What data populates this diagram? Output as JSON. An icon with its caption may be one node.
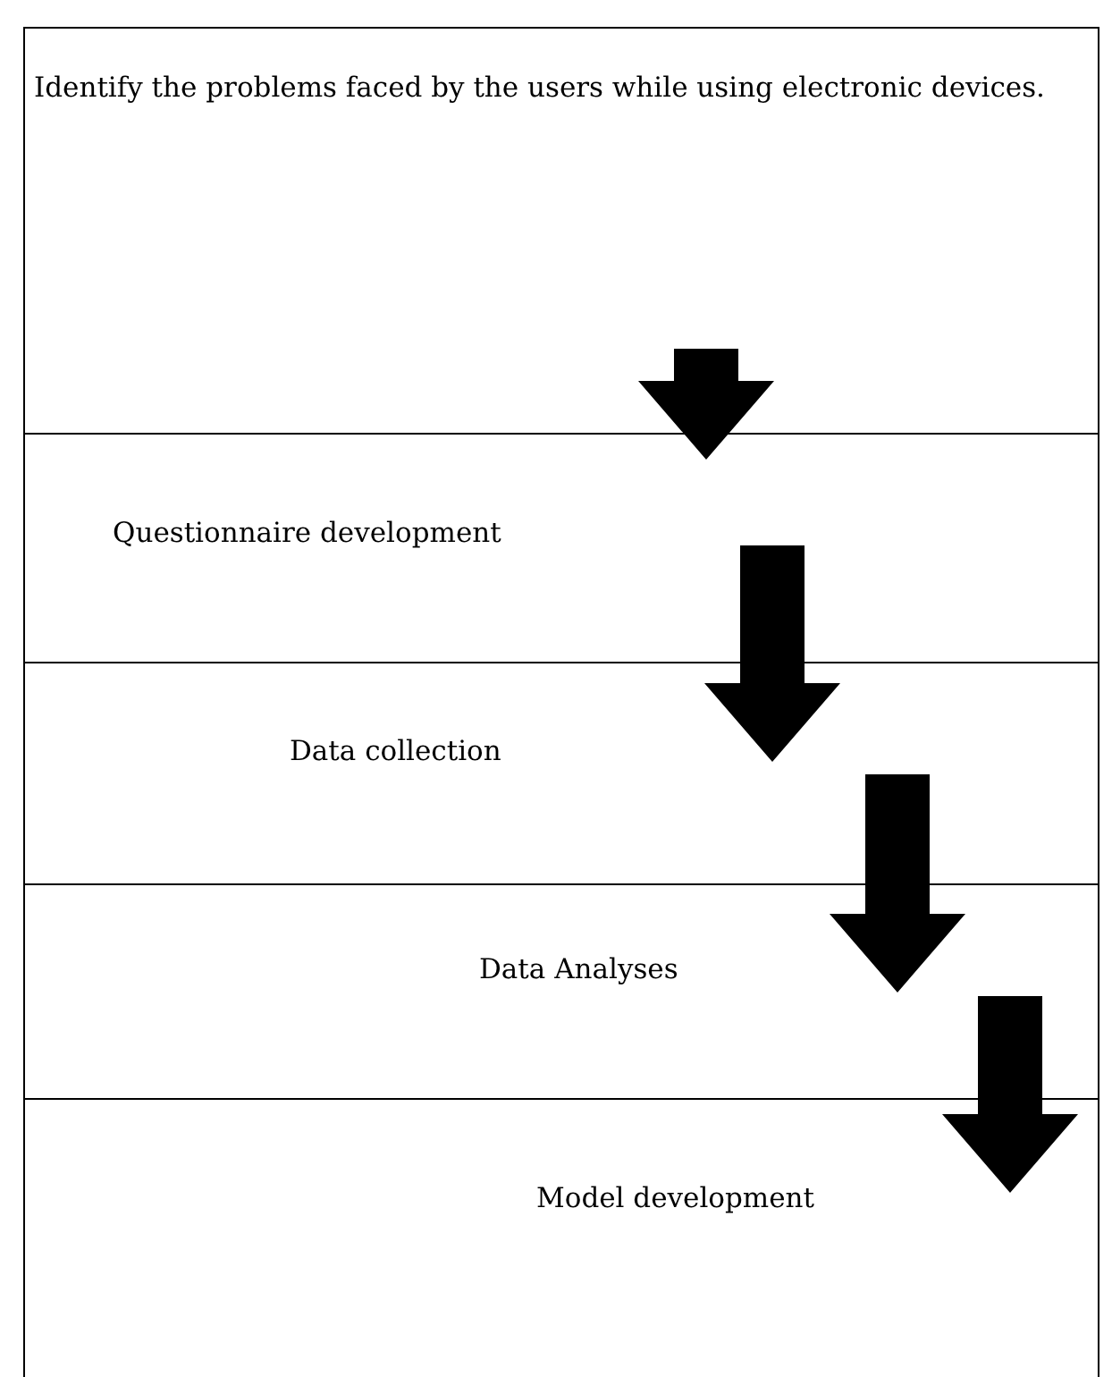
{
  "diagram": {
    "nodes": [
      {
        "text": [
          "Identify the problems faced by the users while using electronic devices."
        ]
      },
      {
        "text": [
          "Questionnaire development"
        ]
      },
      {
        "text": [
          "Data collection"
        ]
      },
      {
        "text": [
          "Data Analyses"
        ]
      },
      {
        "text": [
          "Model development"
        ]
      }
    ],
    "edges": [
      {
        "from": 0,
        "to": 1,
        "arrow": "to",
        "style": "thick"
      },
      {
        "from": 1,
        "to": 2,
        "arrow": "to",
        "style": "thick"
      },
      {
        "from": 2,
        "to": 3,
        "arrow": "to",
        "style": "thick"
      },
      {
        "from": 3,
        "to": 4,
        "arrow": "to",
        "style": "thick"
      }
    ]
  }
}
